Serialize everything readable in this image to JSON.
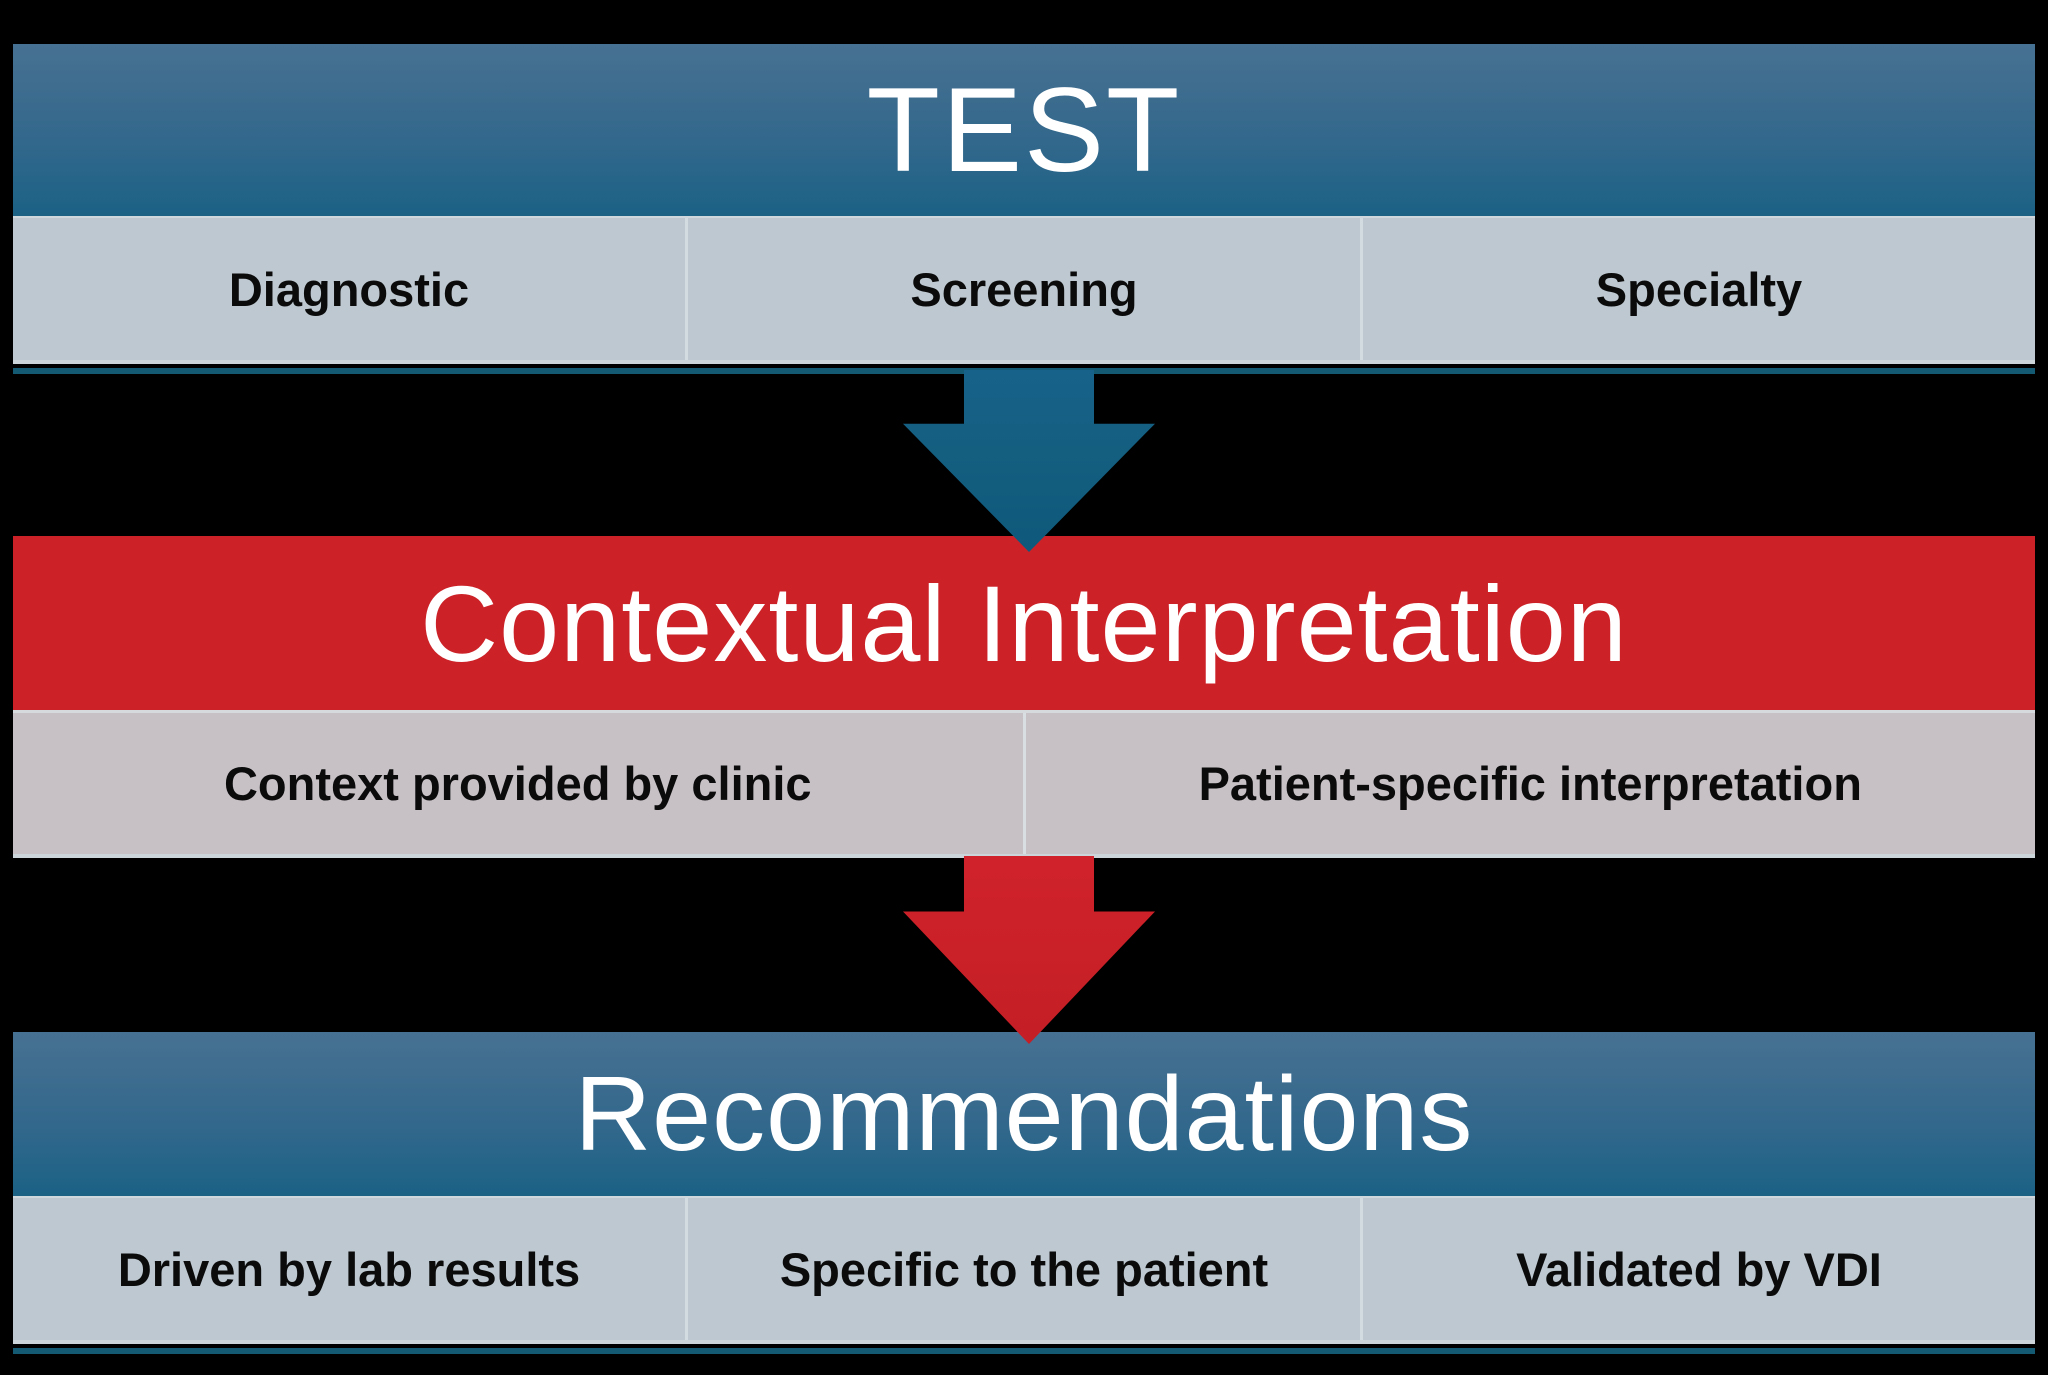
{
  "diagram": {
    "type": "flow",
    "background": "#000000",
    "sections": {
      "test": {
        "title": "TEST",
        "cells": [
          "Diagnostic",
          "Screening",
          "Specialty"
        ]
      },
      "interpretation": {
        "title": "Contextual Interpretation",
        "cells": [
          "Context provided by clinic",
          "Patient-specific interpretation"
        ]
      },
      "recommendations": {
        "title": "Recommendations",
        "cells": [
          "Driven by lab results",
          "Specific to the patient",
          "Validated by VDI"
        ]
      }
    },
    "flow_arrows": [
      {
        "name": "test-to-interpretation",
        "direction": "down",
        "color": "#145e80"
      },
      {
        "name": "interpretation-to-recommendations",
        "direction": "down",
        "color": "#c92027"
      }
    ],
    "colors": {
      "header_gradient_top": "#477192",
      "header_gradient_bottom": "#1b6285",
      "header_text": "#ffffff",
      "red_band": "#cc2127",
      "row_blue_gray": "#bdc8d0",
      "row_lavender": "#c7c1c6",
      "cell_text": "#0b0b0b",
      "divider_light": "#d3dce1",
      "teal_strip": "#135a72",
      "arrow_blue": "#145e80",
      "arrow_red": "#c92027"
    }
  }
}
